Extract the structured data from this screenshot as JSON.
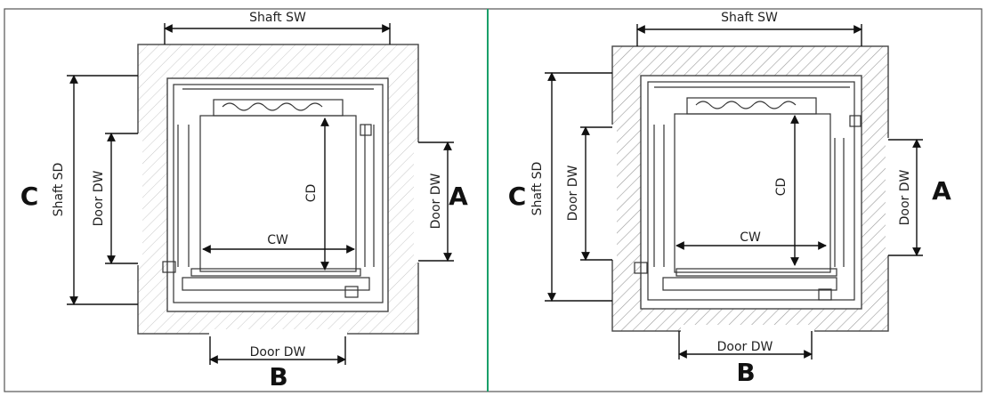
{
  "colors": {
    "divider": "#1aa06a",
    "frame": "#333333",
    "hatch": "#bbbbbb",
    "ink": "#111111"
  },
  "panels": [
    {
      "shaft_sw_label": "Shaft SW",
      "shaft_sd_label": "Shaft SD",
      "door_dw_left_label": "Door DW",
      "door_dw_right_label": "Door DW",
      "door_dw_bottom_label": "Door DW",
      "car_depth_label": "CD",
      "car_width_label": "CW",
      "label_a": "A",
      "label_b": "B",
      "label_c": "C"
    },
    {
      "shaft_sw_label": "Shaft SW",
      "shaft_sd_label": "Shaft SD",
      "door_dw_left_label": "Door DW",
      "door_dw_right_label": "Door DW",
      "door_dw_bottom_label": "Door DW",
      "car_depth_label": "CD",
      "car_width_label": "CW",
      "label_a": "A",
      "label_b": "B",
      "label_c": "C"
    }
  ]
}
